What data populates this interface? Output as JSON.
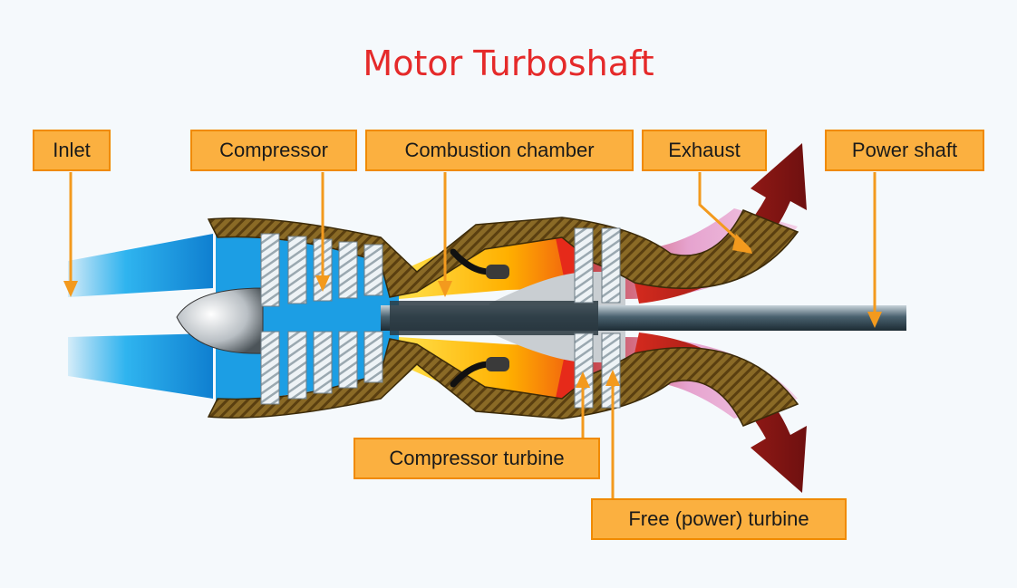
{
  "title": "Motor Turboshaft",
  "labels": {
    "inlet": "Inlet",
    "compressor": "Compressor",
    "combustion_chamber": "Combustion chamber",
    "exhaust": "Exhaust",
    "power_shaft": "Power shaft",
    "compressor_turbine": "Compressor turbine",
    "free_power_turbine": "Free (power) turbine"
  },
  "colors": {
    "title": "#e52a2a",
    "label_fill": "#fbb040",
    "label_border": "#f08a00",
    "leader_line": "#f39a1e",
    "casing": "#7a5a1e",
    "airflow": "#1ea6e8",
    "combustion": "#ffb000",
    "exhaust_flow": "#e8a0d0",
    "exhaust_arrow": "#9b1c1c",
    "shaft": "#3f5560",
    "blades": "#e8eef2"
  }
}
